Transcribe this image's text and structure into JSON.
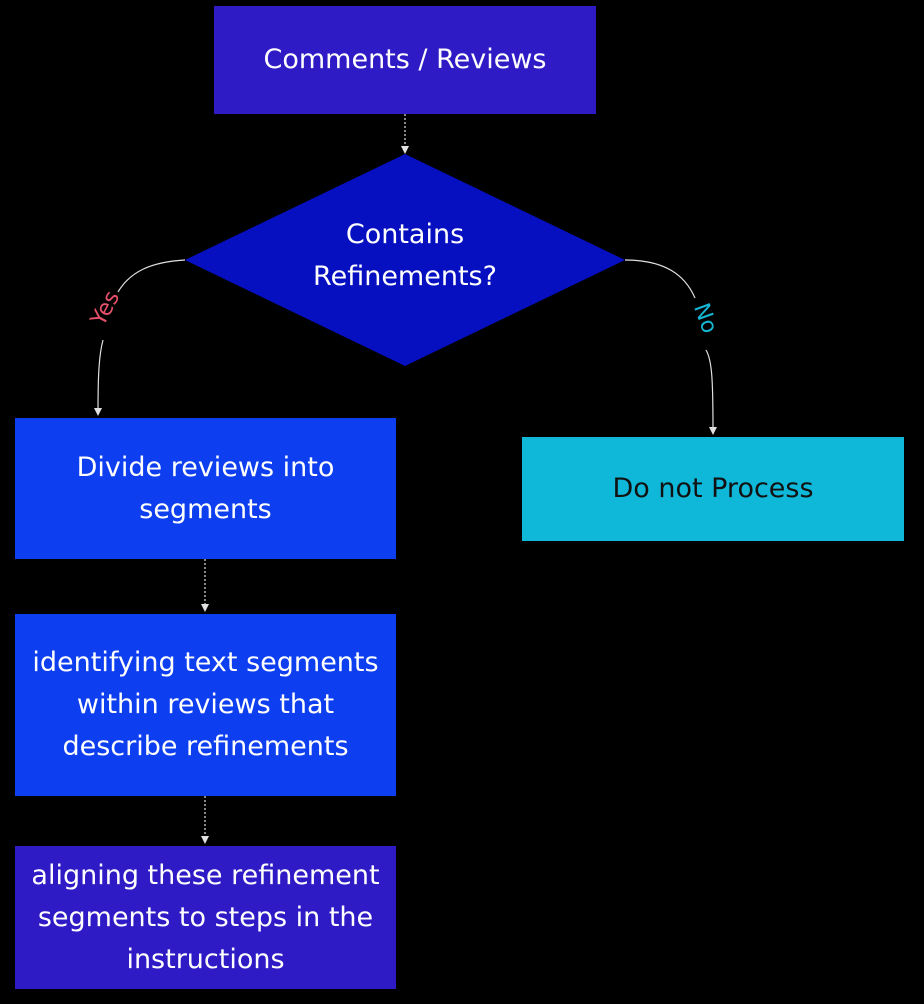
{
  "diagram": {
    "type": "flowchart",
    "nodes": {
      "start": {
        "text": "Comments / Reviews",
        "color": "#2e1bc5"
      },
      "decision": {
        "text_line1": "Contains",
        "text_line2": "Refinements?",
        "color": "#0610c0"
      },
      "divide": {
        "text": "Divide reviews into segments",
        "color": "#0d3ef0"
      },
      "identify": {
        "text": "identifying text segments within reviews that describe refinements",
        "color": "#0d3ef0"
      },
      "align": {
        "text": "aligning these refinement segments to steps in the instructions",
        "color": "#2e1bc5"
      },
      "no_process": {
        "text": "Do not Process",
        "color": "#0fb8d8"
      }
    },
    "edges": {
      "yes_label": "Yes",
      "no_label": "No",
      "yes_color": "#e5506a",
      "no_color": "#15b6d4",
      "line_color": "#e0e0e0"
    }
  }
}
